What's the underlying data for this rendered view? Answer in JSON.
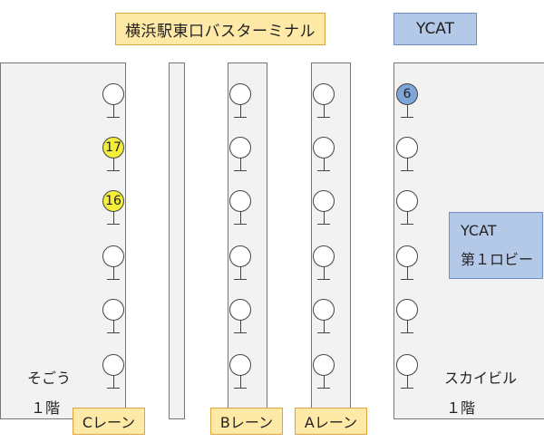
{
  "header": {
    "terminal_title": "横浜駅東口バスターミナル",
    "ycat_label": "YCAT"
  },
  "left_panel": {
    "name": "そごう",
    "floor": "１階"
  },
  "right_panel": {
    "name": "スカイビル",
    "floor": "１階",
    "lobby_line1": "YCAT",
    "lobby_line2": "第１ロビー"
  },
  "lanes": {
    "c": "Cレーン",
    "b": "Bレーン",
    "a": "Aレーン"
  },
  "stops": {
    "c_lane": [
      "",
      "17",
      "16",
      "",
      "",
      ""
    ],
    "b_lane": [
      "",
      "",
      "",
      "",
      "",
      ""
    ],
    "a_lane": [
      "",
      "",
      "",
      "",
      "",
      ""
    ],
    "ycat": [
      "6",
      "",
      "",
      "",
      "",
      ""
    ]
  },
  "colors": {
    "highlight_yellow": "#f4ee3a",
    "highlight_blue": "#7fa6d6"
  }
}
